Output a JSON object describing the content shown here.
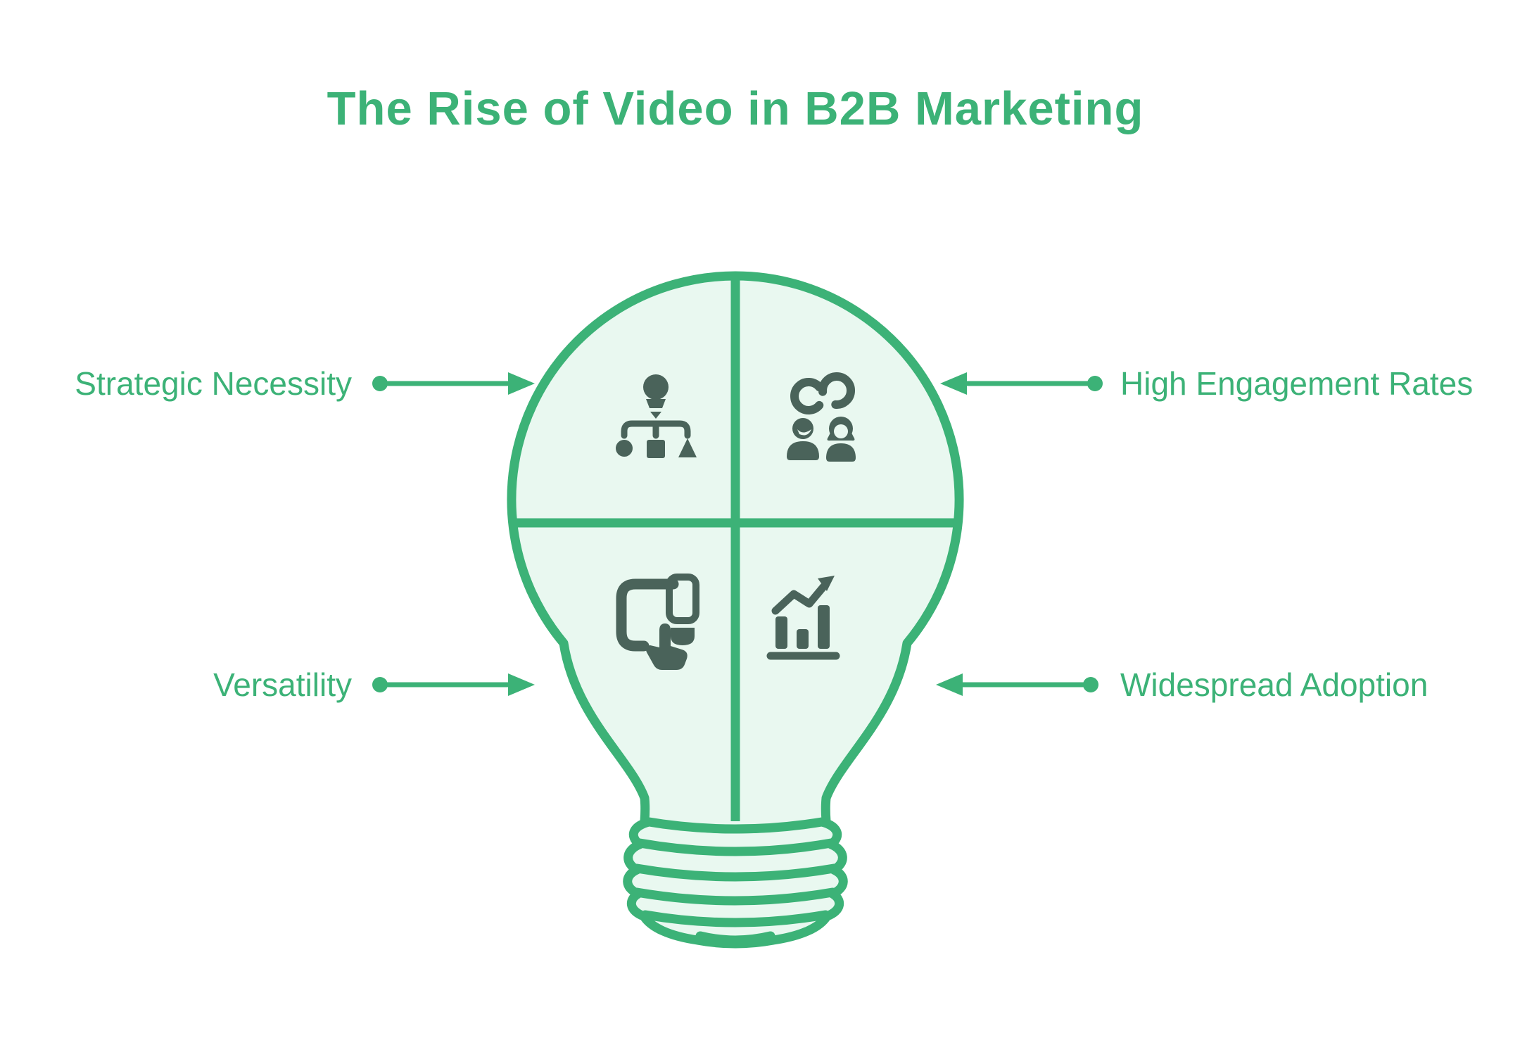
{
  "title": {
    "text": "The Rise of Video in B2B Marketing"
  },
  "colors": {
    "green": "#3cb277",
    "light_green_fill": "#e9f8f0",
    "icon_dark": "#4a635a",
    "background": "#ffffff"
  },
  "bulb": {
    "shape": "lightbulb divided into four quadrants",
    "quadrants": [
      {
        "position": "top-left",
        "icon": "strategy-hierarchy-icon"
      },
      {
        "position": "top-right",
        "icon": "people-link-icon"
      },
      {
        "position": "bottom-left",
        "icon": "device-touch-icon"
      },
      {
        "position": "bottom-right",
        "icon": "growth-chart-icon"
      }
    ]
  },
  "callouts": [
    {
      "text": "Strategic Necessity",
      "side": "left",
      "row": "top",
      "arrow_direction": "right"
    },
    {
      "text": "High Engagement Rates",
      "side": "right",
      "row": "top",
      "arrow_direction": "left"
    },
    {
      "text": "Versatility",
      "side": "left",
      "row": "bottom",
      "arrow_direction": "right"
    },
    {
      "text": "Widespread Adoption",
      "side": "right",
      "row": "bottom",
      "arrow_direction": "left"
    }
  ]
}
